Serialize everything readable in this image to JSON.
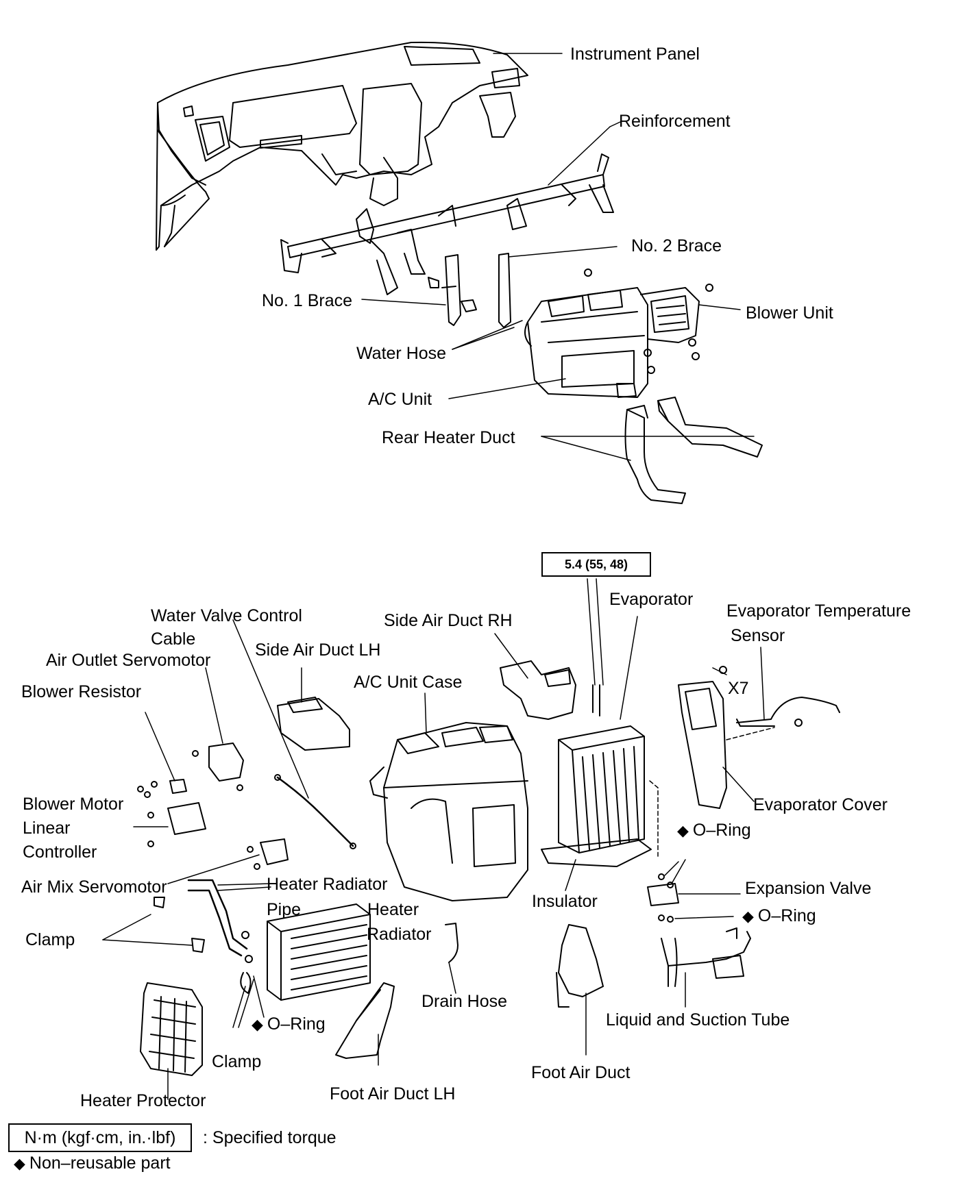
{
  "labels": {
    "instrument_panel": "Instrument Panel",
    "reinforcement": "Reinforcement",
    "no2_brace": "No. 2 Brace",
    "no1_brace": "No. 1 Brace",
    "blower_unit": "Blower Unit",
    "water_hose": "Water Hose",
    "ac_unit": "A/C Unit",
    "rear_heater_duct": "Rear Heater Duct",
    "evaporator": "Evaporator",
    "evap_temp_sensor_1": "Evaporator Temperature",
    "evap_temp_sensor_2": "Sensor",
    "x7": "X7",
    "water_valve_cable_1": "Water  Valve  Control",
    "water_valve_cable_2": "Cable",
    "side_air_duct_rh": "Side Air Duct RH",
    "side_air_duct_lh": "Side Air Duct LH",
    "air_outlet_servomotor": "Air Outlet Servomotor",
    "blower_resistor": "Blower Resistor",
    "ac_unit_case": "A/C Unit Case",
    "blower_motor_1": "Blower Motor",
    "blower_motor_2": "Linear",
    "blower_motor_3": "Controller",
    "evaporator_cover": "Evaporator Cover",
    "o_ring_1": "O–Ring",
    "air_mix_servomotor": "Air Mix Servomotor",
    "heater_radiator_pipe_1": "Heater Radiator",
    "heater_radiator_pipe_2": "Pipe",
    "heater_radiator_1": "Heater",
    "heater_radiator_2": "Radiator",
    "insulator": "Insulator",
    "expansion_valve": "Expansion Valve",
    "o_ring_2": "O–Ring",
    "clamp_1": "Clamp",
    "drain_hose": "Drain Hose",
    "o_ring_3": "O–Ring",
    "liquid_suction_tube": "Liquid and Suction Tube",
    "clamp_2": "Clamp",
    "foot_air_duct": "Foot Air Duct",
    "heater_protector": "Heater Protector",
    "foot_air_duct_lh": "Foot Air Duct LH"
  },
  "torque_spec": "5.4 (55, 48)",
  "legend": {
    "torque_unit": "N·m (kgf·cm, in.·lbf)",
    "torque_desc": ": Specified torque",
    "nonreusable_symbol": "◆",
    "nonreusable_desc": "Non–reusable part"
  },
  "symbols": {
    "diamond": "◆"
  }
}
